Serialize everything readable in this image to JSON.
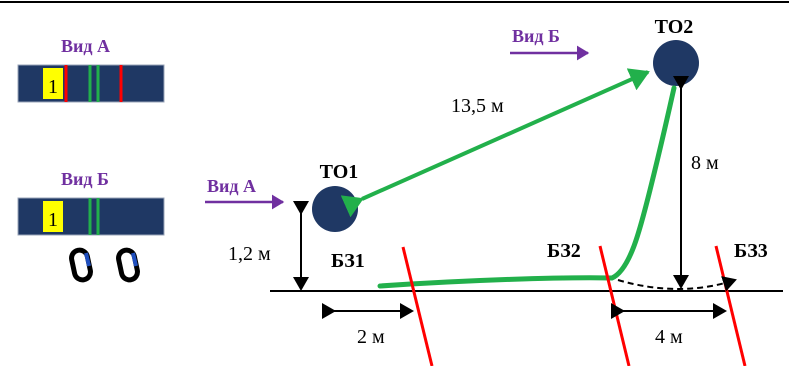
{
  "labels": {
    "view_a_title": "Вид А",
    "view_b_title": "Вид Б",
    "view_a_arrow": "Вид А",
    "view_b_arrow": "Вид Б",
    "rope_number_a": "1",
    "rope_number_b": "1",
    "to1": "ТО1",
    "to2": "ТО2",
    "bz1": "БЗ1",
    "bz2": "БЗ2",
    "bz3": "БЗ3",
    "dist_to1_to2": "13,5 м",
    "height_to1": "1,2 м",
    "height_to2": "8 м",
    "dist_2m": "2 м",
    "dist_4m": "4 м"
  },
  "colors": {
    "purple": "#7030a0",
    "navy": "#1f3864",
    "green": "#22b04b",
    "red": "#ff0000",
    "yellow": "#ffff00",
    "black": "#000000"
  }
}
